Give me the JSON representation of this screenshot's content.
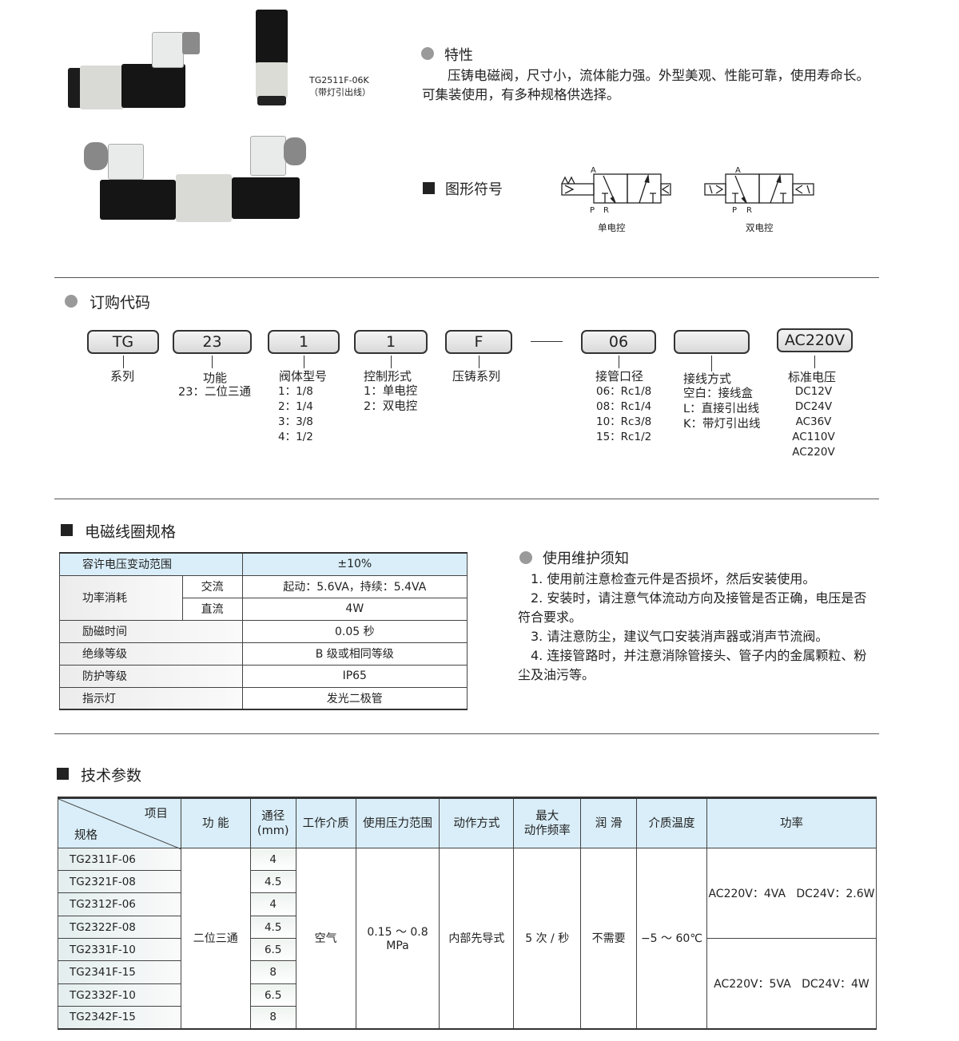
{
  "products": {
    "caption_model": "TG2511F-06K",
    "caption_note": "（带灯引出线）"
  },
  "features": {
    "title": "特性",
    "text": "压铸电磁阀，尺寸小，流体能力强。外型美观、性能可靠，使用寿命长。可集装使用，有多种规格供选择。"
  },
  "symbols": {
    "title": "图形符号",
    "single": {
      "label": "单电控",
      "port_a": "A",
      "port_p": "P",
      "port_r": "R"
    },
    "double": {
      "label": "双电控",
      "port_a": "A",
      "port_p": "P",
      "port_r": "R"
    }
  },
  "order_code": {
    "title": "订购代码",
    "dash": "—",
    "fields": [
      {
        "code": "TG",
        "label": "系列",
        "options": []
      },
      {
        "code": "23",
        "label": "功能",
        "options": [
          "23：二位三通"
        ]
      },
      {
        "code": "1",
        "label": "阀体型号",
        "options": [
          "1：1/8",
          "2：1/4",
          "3：3/8",
          "4：1/2"
        ]
      },
      {
        "code": "1",
        "label": "控制形式",
        "options": [
          "1：单电控",
          "2：双电控"
        ]
      },
      {
        "code": "F",
        "label": "压铸系列",
        "options": []
      },
      {
        "code": "06",
        "label": "接管口径",
        "options": [
          "06：Rc1/8",
          "08：Rc1/4",
          "10：Rc3/8",
          "15：Rc1/2"
        ]
      },
      {
        "code": "",
        "label": "接线方式",
        "options": [
          "空白：接线盒",
          "L：直接引出线",
          "K：带灯引出线"
        ]
      },
      {
        "code": "AC220V",
        "label": "标准电压",
        "options": [
          "DC12V",
          "DC24V",
          "AC36V",
          "AC110V",
          "AC220V"
        ]
      }
    ]
  },
  "coil": {
    "title": "电磁线圈规格",
    "rows": [
      {
        "label": "容许电压变动范围",
        "value": "±10%"
      },
      {
        "label": "功率消耗",
        "sub": "交流",
        "value": "起动：5.6VA，持续：5.4VA"
      },
      {
        "sub": "直流",
        "value": "4W"
      },
      {
        "label": "励磁时间",
        "value": "0.05 秒"
      },
      {
        "label": "绝缘等级",
        "value": "B 级或相同等级"
      },
      {
        "label": "防护等级",
        "value": "IP65"
      },
      {
        "label": "指示灯",
        "value": "发光二极管"
      }
    ]
  },
  "maintenance": {
    "title": "使用维护须知",
    "items": [
      "1. 使用前注意检查元件是否损坏，然后安装使用。",
      "2. 安装时，请注意气体流动方向及接管是否正确，电压是否符合要求。",
      "3. 请注意防尘，建议气口安装消声器或消声节流阀。",
      "4. 连接管路时，并注意消除管接头、管子内的金属颗粒、粉尘及油污等。"
    ]
  },
  "tech": {
    "title": "技术参数",
    "header": {
      "item": "项目",
      "spec": "规格",
      "function": "功  能",
      "bore": "通径",
      "bore_unit": "(mm)",
      "medium": "工作介质",
      "pressure": "使用压力范围",
      "action": "动作方式",
      "freq1": "最大",
      "freq2": "动作频率",
      "lube": "润  滑",
      "temp": "介质温度",
      "power": "功率"
    },
    "models": [
      {
        "model": "TG2311F-06",
        "bore": "4"
      },
      {
        "model": "TG2321F-08",
        "bore": "4.5"
      },
      {
        "model": "TG2312F-06",
        "bore": "4"
      },
      {
        "model": "TG2322F-08",
        "bore": "4.5"
      },
      {
        "model": "TG2331F-10",
        "bore": "6.5"
      },
      {
        "model": "TG2341F-15",
        "bore": "8"
      },
      {
        "model": "TG2332F-10",
        "bore": "6.5"
      },
      {
        "model": "TG2342F-15",
        "bore": "8"
      }
    ],
    "function": "二位三通",
    "medium": "空气",
    "pressure1": "0.15 ～ 0.8",
    "pressure2": "MPa",
    "action": "内部先导式",
    "freq": "5 次 / 秒",
    "lube": "不需要",
    "temp": "−5 ～ 60℃",
    "power_a": "AC220V：4VA   DC24V：2.6W",
    "power_b": "AC220V：5VA   DC24V：4W"
  }
}
